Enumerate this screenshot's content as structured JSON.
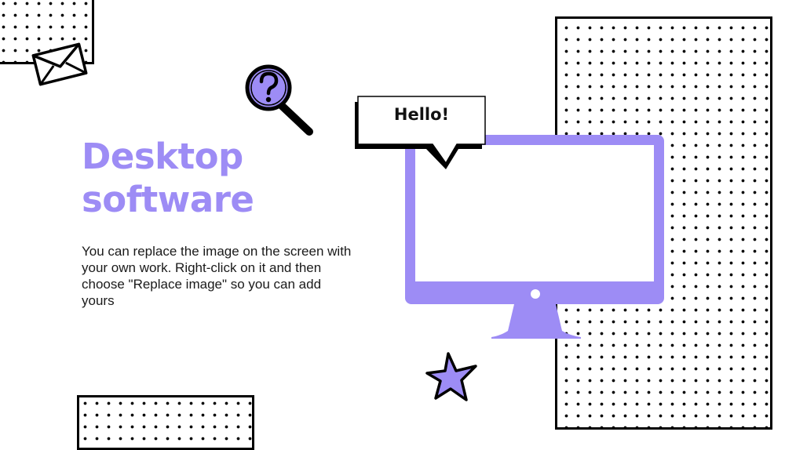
{
  "slide": {
    "title_line1": "Desktop",
    "title_line2": "software",
    "body": "You can replace the image on the screen with your own work. Right-click on it and then choose \"Replace image\" so you can add yours"
  },
  "speech_bubble": {
    "text": "Hello!"
  },
  "icons": {
    "envelope": "envelope-icon",
    "magnifier": "magnifier-question-icon",
    "monitor": "desktop-monitor-icon",
    "star": "star-icon"
  },
  "colors": {
    "accent": "#9d8cf5",
    "ink": "#000000",
    "background": "#ffffff"
  }
}
